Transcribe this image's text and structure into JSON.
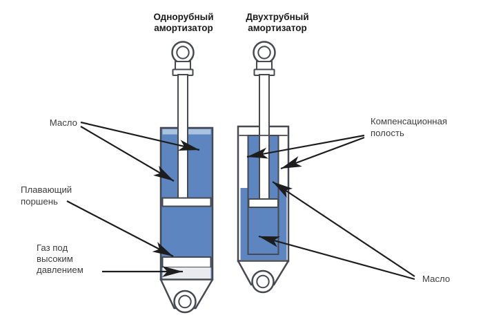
{
  "titles": {
    "mono": {
      "line1": "Однорубный",
      "line2": "амортизатор"
    },
    "twin": {
      "line1": "Двухтрубный",
      "line2": "амортизатор"
    }
  },
  "labels": {
    "oil_left": "Масло",
    "floating_piston": {
      "line1": "Плавающий",
      "line2": "поршень"
    },
    "gas": {
      "line1": "Газ под",
      "line2": "высоким",
      "line3": "давлением"
    },
    "compensation": {
      "line1": "Компенсационная",
      "line2": "полость"
    },
    "oil_right": "Масло"
  },
  "colors": {
    "background": "#ffffff",
    "oil_fill": "#5d85bf",
    "oil_cap_fill": "#a9c2de",
    "gas_fill": "#eaebee",
    "metal_fill": "#ffffff",
    "outline": "#474952",
    "arrow": "#1d1d1d",
    "label_text": "#3d3d3d",
    "title_text": "#1a1a1a"
  }
}
